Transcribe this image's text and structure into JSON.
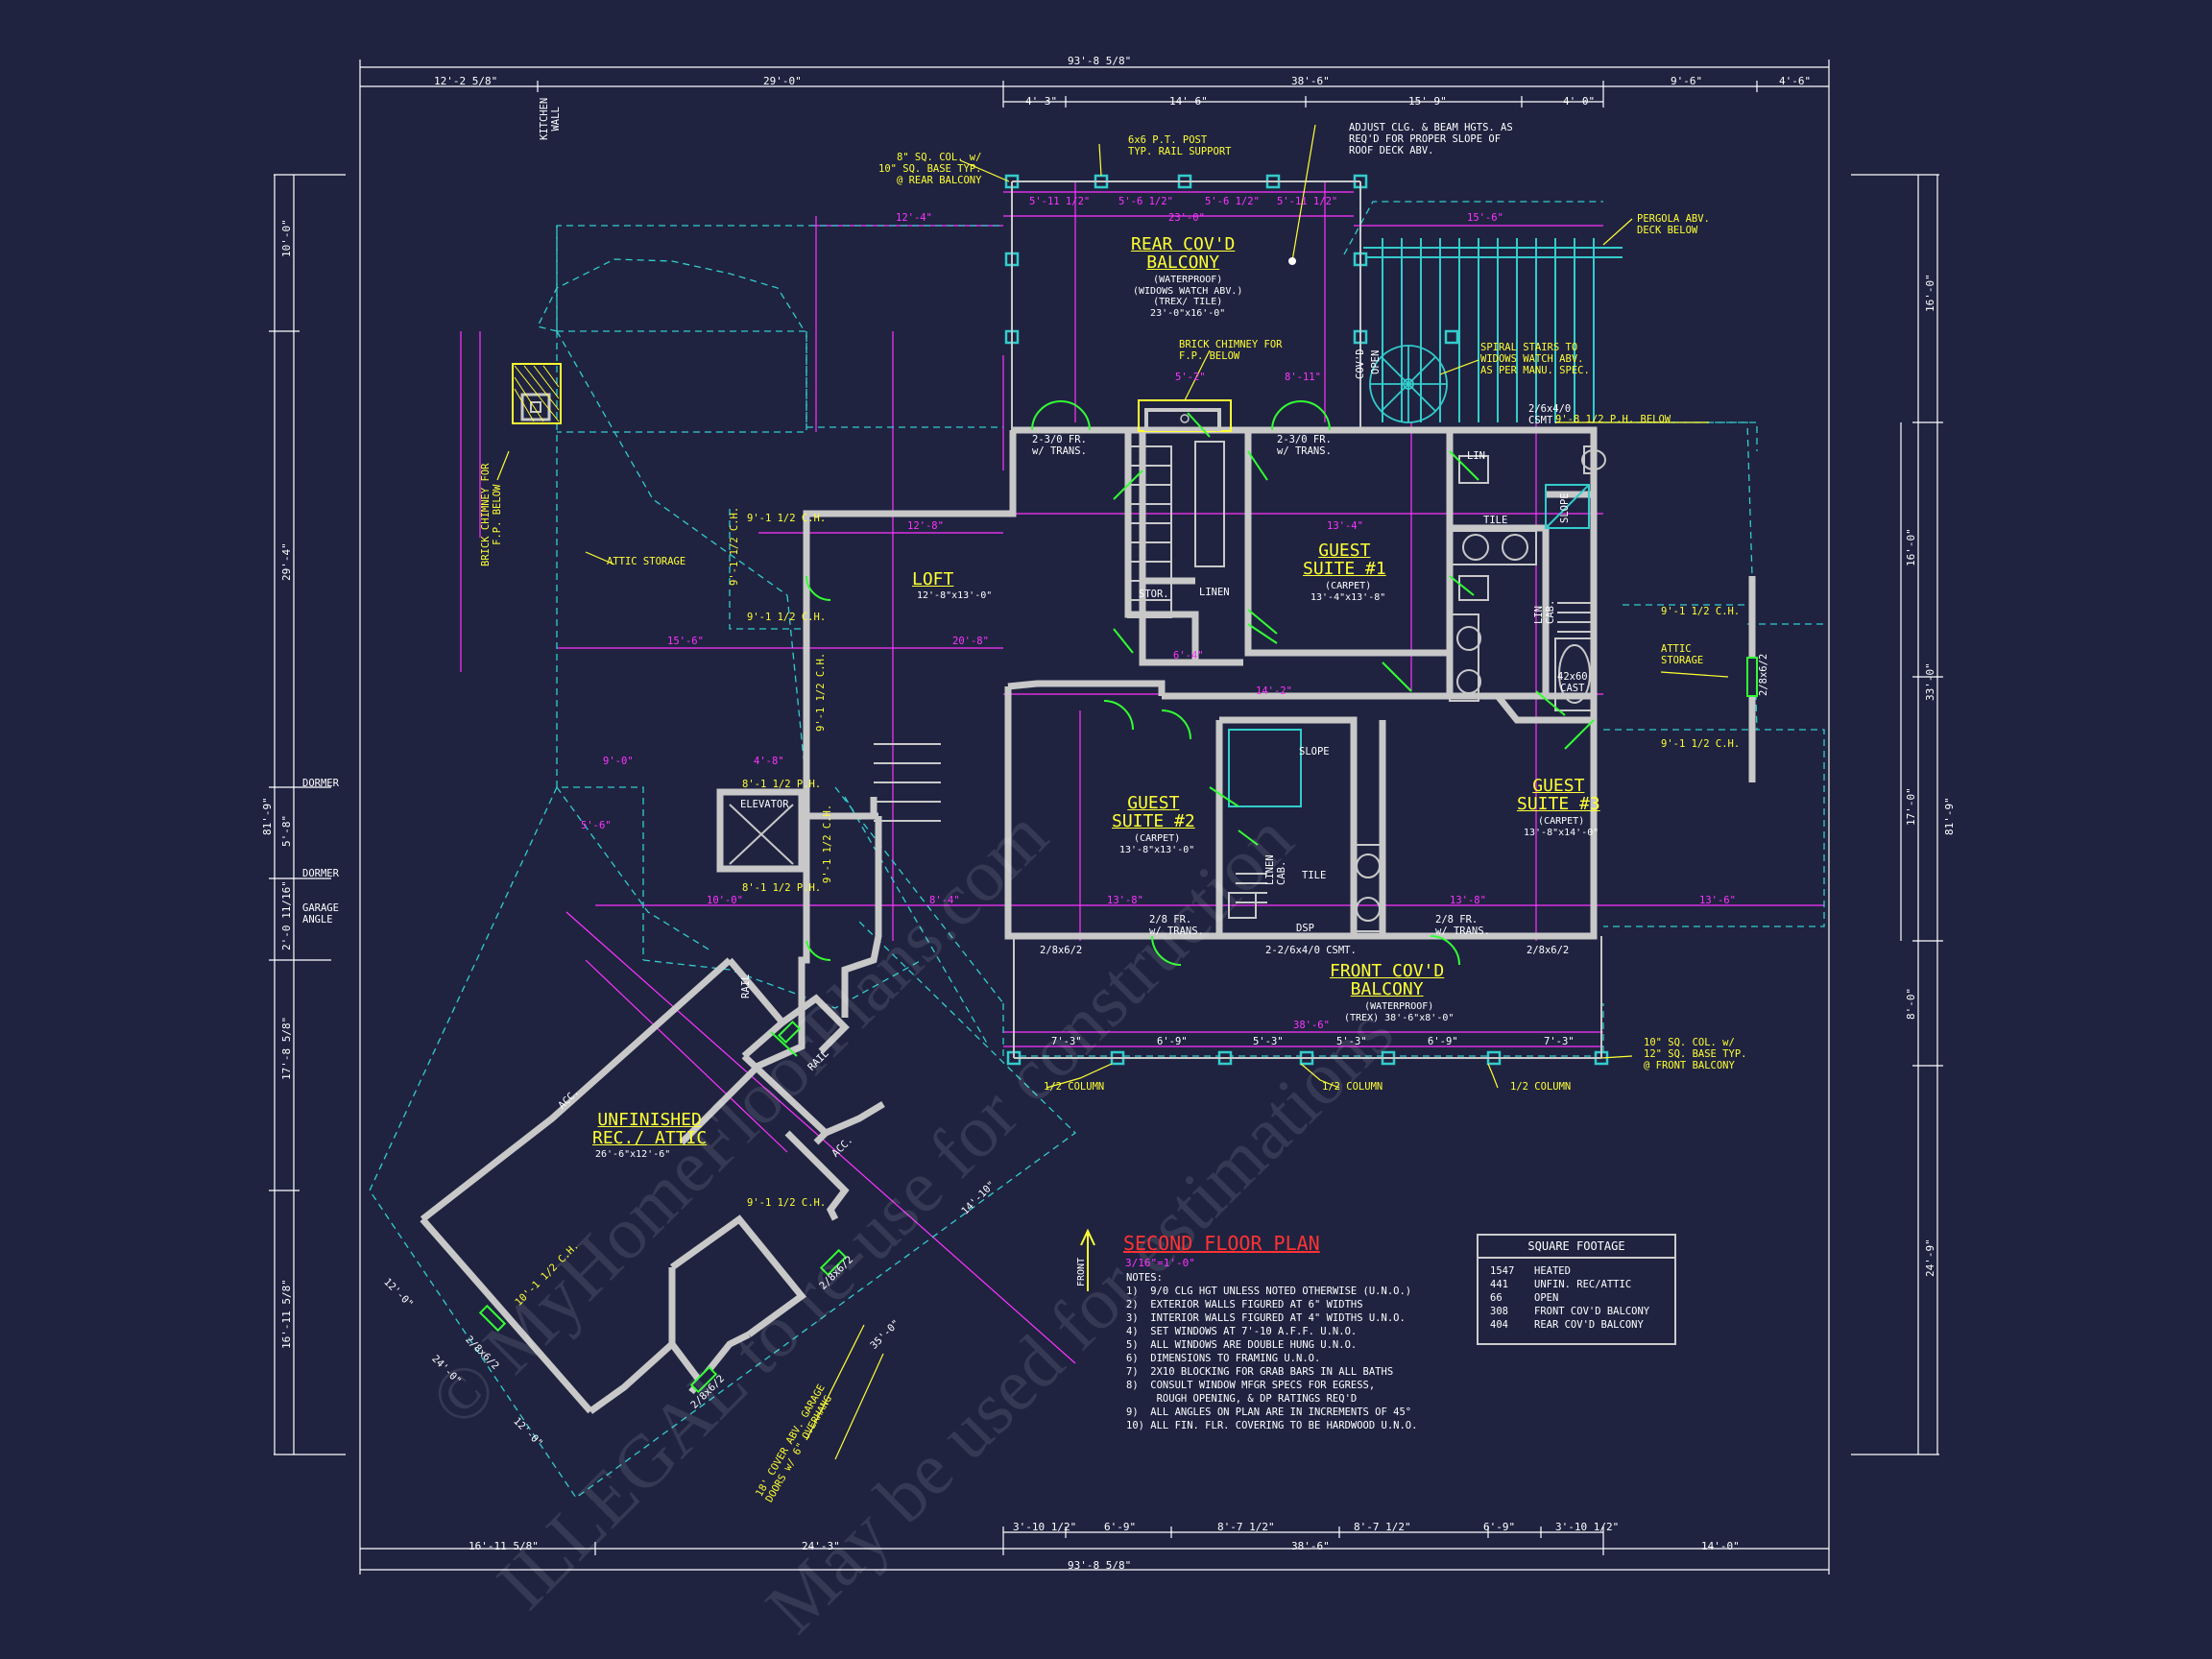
{
  "title": "SECOND FLOOR PLAN",
  "scale": "3/16\"=1'-0\"",
  "north_label": "FRONT",
  "rooms": [
    {
      "name": "REAR COV'D\nBALCONY",
      "sub": "(WATERPROOF)\n(WIDOWS WATCH ABV.)\n(TREX/ TILE)\n23'-0\"x16'-0\""
    },
    {
      "name": "LOFT",
      "sub": "12'-8\"x13'-0\""
    },
    {
      "name": "GUEST\nSUITE #1",
      "sub": "(CARPET)\n13'-4\"x13'-8\""
    },
    {
      "name": "GUEST\nSUITE #2",
      "sub": "(CARPET)\n13'-8\"x13'-0\""
    },
    {
      "name": "GUEST\nSUITE #3",
      "sub": "(CARPET)\n13'-8\"x14'-0\""
    },
    {
      "name": "FRONT COV'D\nBALCONY",
      "sub": "(WATERPROOF)\n(TREX) 38'-6\"x8'-0\""
    },
    {
      "name": "UNFINISHED\nREC./ ATTIC",
      "sub": "26'-6\"x12'-6\""
    }
  ],
  "labels": {
    "attic_storage_left": "ATTIC STORAGE",
    "attic_storage_right": "ATTIC\nSTORAGE",
    "elevator": "ELEVATOR",
    "linen": "LINEN",
    "stor": "STOR.",
    "tile": "TILE",
    "tile2": "TILE",
    "slope": "SLOPE",
    "slope2": "SLOPE",
    "cast": "42x60\nCAST",
    "linen_cab": "LINEN\nCAB.",
    "lin": "LIN",
    "lin_cab": "LIN\nCAB.",
    "kitchen_wall": "KITCHEN\nWALL",
    "dormer1": "DORMER",
    "dormer2": "DORMER",
    "garage_angle": "GARAGE\nANGLE",
    "rail": "RAIL",
    "rail2": "RAIL",
    "acc1": "ACC.",
    "acc2": "ACC.",
    "open": "OPEN",
    "covd": "COV'D"
  },
  "annotations": {
    "col_rear": "8\" SQ. COL. w/\n10\" SQ. BASE TYP.\n@ REAR BALCONY",
    "post": "6x6 P.T. POST\nTYP. RAIL SUPPORT",
    "adjust": "ADJUST CLG. & BEAM HGTS. AS\nREQ'D FOR PROPER SLOPE OF\nROOF DECK ABV.",
    "pergola": "PERGOLA ABV.\nDECK BELOW",
    "brick_chimney_fp": "BRICK CHIMNEY FOR\nF.P. BELOW",
    "spiral": "SPIRAL STAIRS TO\nWIDOWS WATCH ABV.\nAS PER MANU. SPEC.",
    "brick_chimney_left": "BRICK CHIMNEY FOR\nF.P. BELOW",
    "col_front": "10\" SQ. COL. w/\n12\" SQ. BASE TYP.\n@ FRONT BALCONY",
    "half_col_1": "1/2 COLUMN",
    "half_col_2": "1/2 COLUMN",
    "half_col_3": "1/2 COLUMN",
    "cover_garage": "18' COVER ABV. GARAGE\nDOORS w/ 6\" OVERHANG",
    "ph_below_right": "9'-8 1/2 P.H. BELOW",
    "ph_left": "8'-1 1/2 P.H.",
    "ph_left2": "8'-1 1/2 P.H.",
    "trans_1": "2-3/0 FR.\nw/ TRANS.",
    "trans_2": "2-3/0 FR.\nw/ TRANS.",
    "trans_3": "2/8 FR.\nw/ TRANS.",
    "trans_4": "2/8 FR.\nw/ TRANS.",
    "csmt_front": "2-2/6x4/0 CSMT.",
    "csmt_rear": "2/6x4/0\nCSMT.",
    "dsp": "DSP",
    "w_2_8x6_2_a": "2/8x6/2",
    "w_2_8x6_2_b": "2/8x6/2",
    "w_2_8x6_2_c": "2/8x6/2",
    "w_2_8x6_2_d": "2/8x6/2",
    "w_2_8x6_2_e": "2/8x6/2",
    "w_2_8x6_2_f": "2/8x6/2"
  },
  "dims_top": [
    "93'-8 5/8\"",
    "12'-2 5/8\"",
    "29'-0\"",
    "38'-6\"",
    "9'-6\"",
    "4'-6\"",
    "4'-3\"",
    "14'-6\"",
    "15'-9\"",
    "4'-0\""
  ],
  "dims_bottom": [
    "93'-8 5/8\"",
    "16'-11 5/8\"",
    "24'-3\"",
    "38'-6\"",
    "14'-0\"",
    "3'-10 1/2\"",
    "6'-9\"",
    "8'-7 1/2\"",
    "8'-7 1/2\"",
    "6'-9\"",
    "3'-10 1/2\""
  ],
  "dims_left": [
    "10'-0\"",
    "29'-4\"",
    "81'-9\"",
    "5'-8\"",
    "2'-0 11/16\"",
    "17'-8 5/8\"",
    "16'-11 5/8\""
  ],
  "dims_right": [
    "16'-0\"",
    "33'-0\"",
    "81'-9\"",
    "16'-0\"",
    "17'-0\"",
    "8'-0\"",
    "24'-9\""
  ],
  "inner_dims": {
    "d23_0": "23'-0\"",
    "d12_4": "12'-4\"",
    "d15_6": "15'-6\"",
    "d5_11": "5'-11 1/2\"",
    "d5_6a": "5'-6 1/2\"",
    "d5_6b": "5'-6 1/2\"",
    "d5_11b": "5'-11 1/2\"",
    "d12_8": "12'-8\"",
    "d15_6b": "15'-6\"",
    "d20_8": "20'-8\"",
    "d13_4": "13'-4\"",
    "d14_2": "14'-2\"",
    "d13_8a": "13'-8\"",
    "d13_8b": "13'-8\"",
    "d13_6": "13'-6\"",
    "d38_6": "38'-6\"",
    "d7_3a": "7'-3\"",
    "d6_9a": "6'-9\"",
    "d5_3a": "5'-3\"",
    "d5_3b": "5'-3\"",
    "d6_9b": "6'-9\"",
    "d7_3b": "7'-3\"",
    "d10_0": "10'-0\"",
    "d9_0": "9'-0\"",
    "d4_8": "4'-8\"",
    "d8_4": "8'-4\"",
    "d5_6c": "5'-6\"",
    "d14_10": "14'-10\"",
    "d35_0": "35'-0\"",
    "d24_0": "24'-0\"",
    "d12_0": "12'-0\"",
    "d12_0b": "12'-0\"",
    "d8_11": "8'-11\"",
    "d6_4": "6'-4\"",
    "d5_2": "5'-2\""
  },
  "ch_labels": [
    "9'-1 1/2 C.H.",
    "9'-1 1/2 C.H.",
    "9'-1 1/2 C.H.",
    "9'-1 1/2 C.H.",
    "9'-1 1/2 C.H.",
    "9'-1 1/2 C.H.",
    "9'-1 1/2 C.H.",
    "10'-1 1/2 C.H.",
    "9'-1 1/2 C.H."
  ],
  "notes_title": "NOTES:",
  "notes": [
    "1)  9/0 CLG HGT UNLESS NOTED OTHERWISE (U.N.O.)",
    "2)  EXTERIOR WALLS FIGURED AT 6\" WIDTHS",
    "3)  INTERIOR WALLS FIGURED AT 4\" WIDTHS U.N.O.",
    "4)  SET WINDOWS AT 7'-10 A.F.F. U.N.O.",
    "5)  ALL WINDOWS ARE DOUBLE HUNG U.N.O.",
    "6)  DIMENSIONS TO FRAMING U.N.O.",
    "7)  2X10 BLOCKING FOR GRAB BARS IN ALL BATHS",
    "8)  CONSULT WINDOW MFGR SPECS FOR EGRESS,",
    "     ROUGH OPENING, & DP RATINGS REQ'D",
    "9)  ALL ANGLES ON PLAN ARE IN INCREMENTS OF 45°",
    "10) ALL FIN. FLR. COVERING TO BE HARDWOOD U.N.O."
  ],
  "square_footage": {
    "title": "SQUARE FOOTAGE",
    "rows": [
      {
        "value": "1547",
        "label": "HEATED"
      },
      {
        "value": "441",
        "label": "UNFIN. REC/ATTIC"
      },
      {
        "value": "66",
        "label": "OPEN"
      },
      {
        "value": "308",
        "label": "FRONT COV'D BALCONY"
      },
      {
        "value": "404",
        "label": "REAR COV'D BALCONY"
      }
    ]
  },
  "watermark": [
    "© MyHomeFloorPlans.com",
    "ILLEGAL to re-use for construction",
    "May be used for estimations"
  ],
  "colors": {
    "background": "#1f2340",
    "wall": "#c8c8c8",
    "dimension": "#ff33ff",
    "annotation": "#ffff33",
    "hidden": "#33cccc",
    "door": "#33ff33",
    "title": "#ff3333"
  }
}
